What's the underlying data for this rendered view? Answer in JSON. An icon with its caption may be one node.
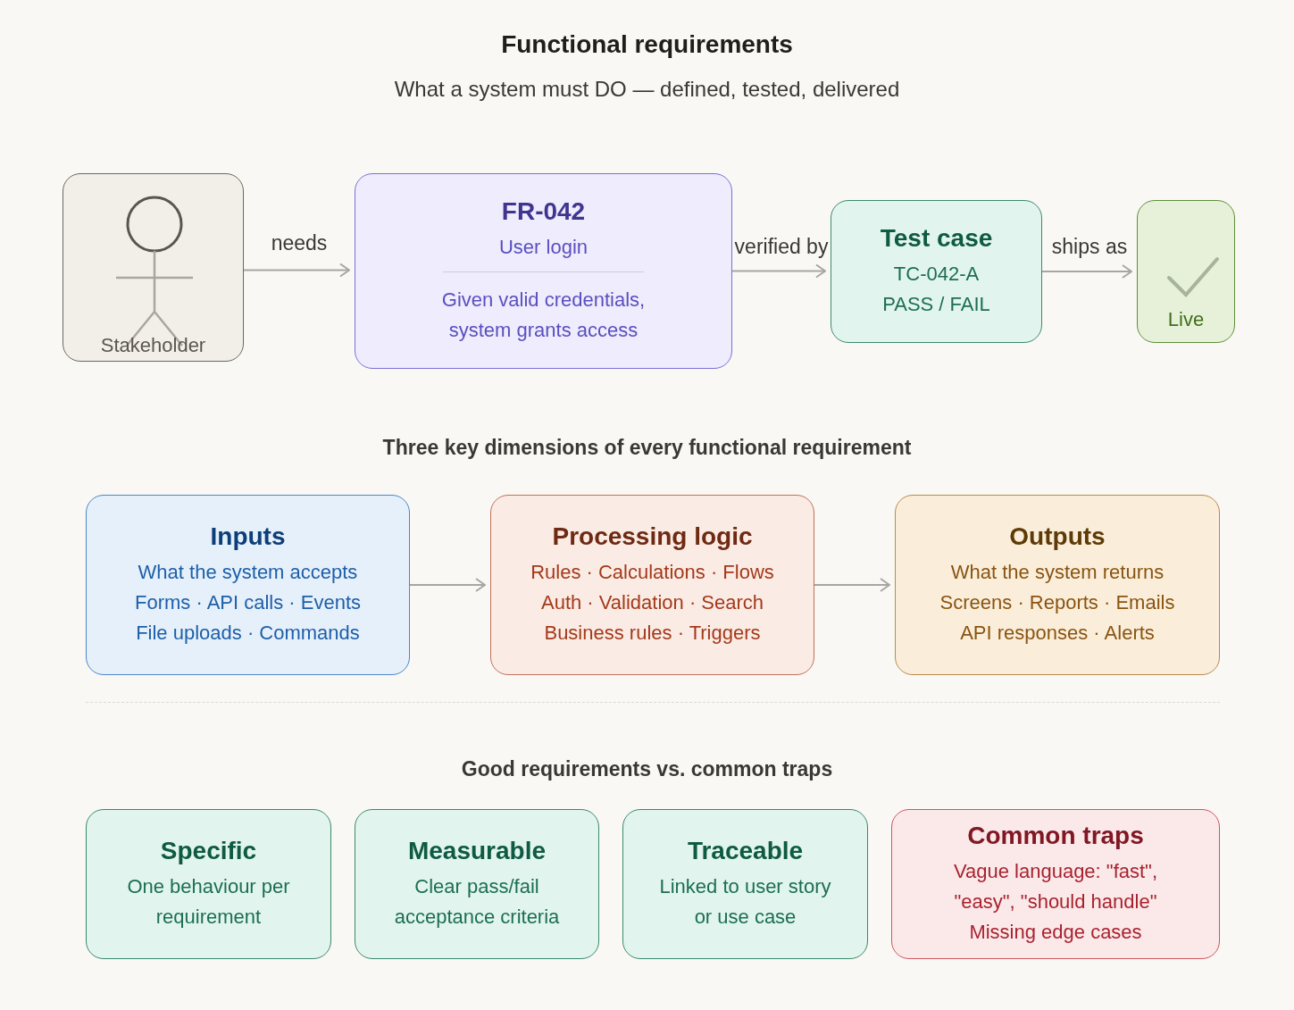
{
  "diagram": {
    "title": "Functional requirements",
    "nodes": [
      {
        "text": [
          "Stakeholder"
        ]
      },
      {
        "text": [
          "FR-042",
          "User login",
          "Given valid credentials, system grants access"
        ]
      },
      {
        "text": [
          "Test case",
          "TC-042-A",
          "PASS / FAIL"
        ]
      },
      {
        "text": [
          "Live"
        ]
      },
      {
        "text": [
          "Inputs",
          "What the system accepts",
          "Forms · API calls · Events",
          "File uploads · Commands"
        ]
      },
      {
        "text": [
          "Processing logic",
          "Rules · Calculations · Flows",
          "Auth · Validation · Search",
          "Business rules · Triggers"
        ]
      },
      {
        "text": [
          "Outputs",
          "What the system returns",
          "Screens · Reports · Emails",
          "API responses · Alerts"
        ]
      },
      {
        "text": [
          "Specific",
          "One behaviour per requirement"
        ]
      },
      {
        "text": [
          "Measurable",
          "Clear pass/fail acceptance criteria"
        ]
      },
      {
        "text": [
          "Traceable",
          "Linked to user story or use case"
        ]
      },
      {
        "text": [
          "Common traps",
          "Vague language: \"fast\", \"easy\", \"should handle\"",
          "Missing edge cases"
        ]
      }
    ],
    "edges": [
      {
        "from": 0,
        "to": 1,
        "arrow": "to",
        "label": "needs"
      },
      {
        "from": 1,
        "to": 2,
        "arrow": "to",
        "label": "verified by"
      },
      {
        "from": 2,
        "to": 3,
        "arrow": "to",
        "label": "ships as"
      },
      {
        "from": 4,
        "to": 5,
        "arrow": "to"
      },
      {
        "from": 5,
        "to": 6,
        "arrow": "to"
      }
    ],
    "labels": [
      "What a system must DO — defined, tested, delivered",
      "Three key dimensions of every functional requirement",
      "Good requirements vs. common traps"
    ]
  }
}
